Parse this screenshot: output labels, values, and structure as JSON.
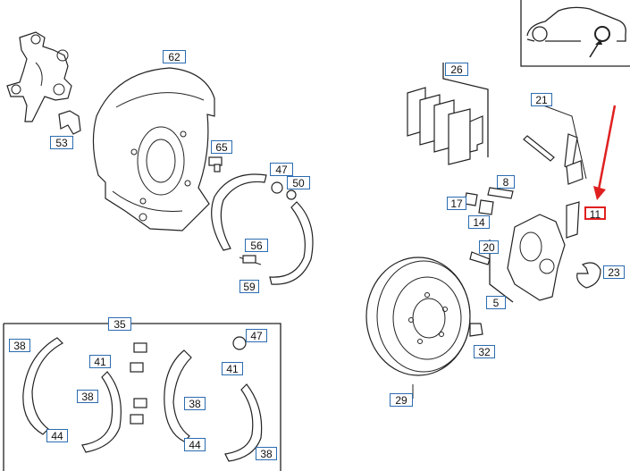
{
  "diagram": {
    "callouts": [
      {
        "id": "62",
        "text": "62"
      },
      {
        "id": "53",
        "text": "53"
      },
      {
        "id": "65",
        "text": "65"
      },
      {
        "id": "47a",
        "text": "47"
      },
      {
        "id": "50",
        "text": "50"
      },
      {
        "id": "56",
        "text": "56"
      },
      {
        "id": "59",
        "text": "59"
      },
      {
        "id": "26",
        "text": "26"
      },
      {
        "id": "21",
        "text": "21"
      },
      {
        "id": "8",
        "text": "8"
      },
      {
        "id": "17",
        "text": "17"
      },
      {
        "id": "14",
        "text": "14"
      },
      {
        "id": "11",
        "text": "11"
      },
      {
        "id": "20",
        "text": "20"
      },
      {
        "id": "23",
        "text": "23"
      },
      {
        "id": "5",
        "text": "5"
      },
      {
        "id": "32",
        "text": "32"
      },
      {
        "id": "29",
        "text": "29"
      },
      {
        "id": "35",
        "text": "35"
      },
      {
        "id": "38a",
        "text": "38"
      },
      {
        "id": "41a",
        "text": "41"
      },
      {
        "id": "38b",
        "text": "38"
      },
      {
        "id": "44a",
        "text": "44"
      },
      {
        "id": "47b",
        "text": "47"
      },
      {
        "id": "41b",
        "text": "41"
      },
      {
        "id": "38c",
        "text": "38"
      },
      {
        "id": "44b",
        "text": "44"
      },
      {
        "id": "38d",
        "text": "38"
      }
    ],
    "highlight_color": "#e02020",
    "label_border_color": "#2b6cb0"
  }
}
